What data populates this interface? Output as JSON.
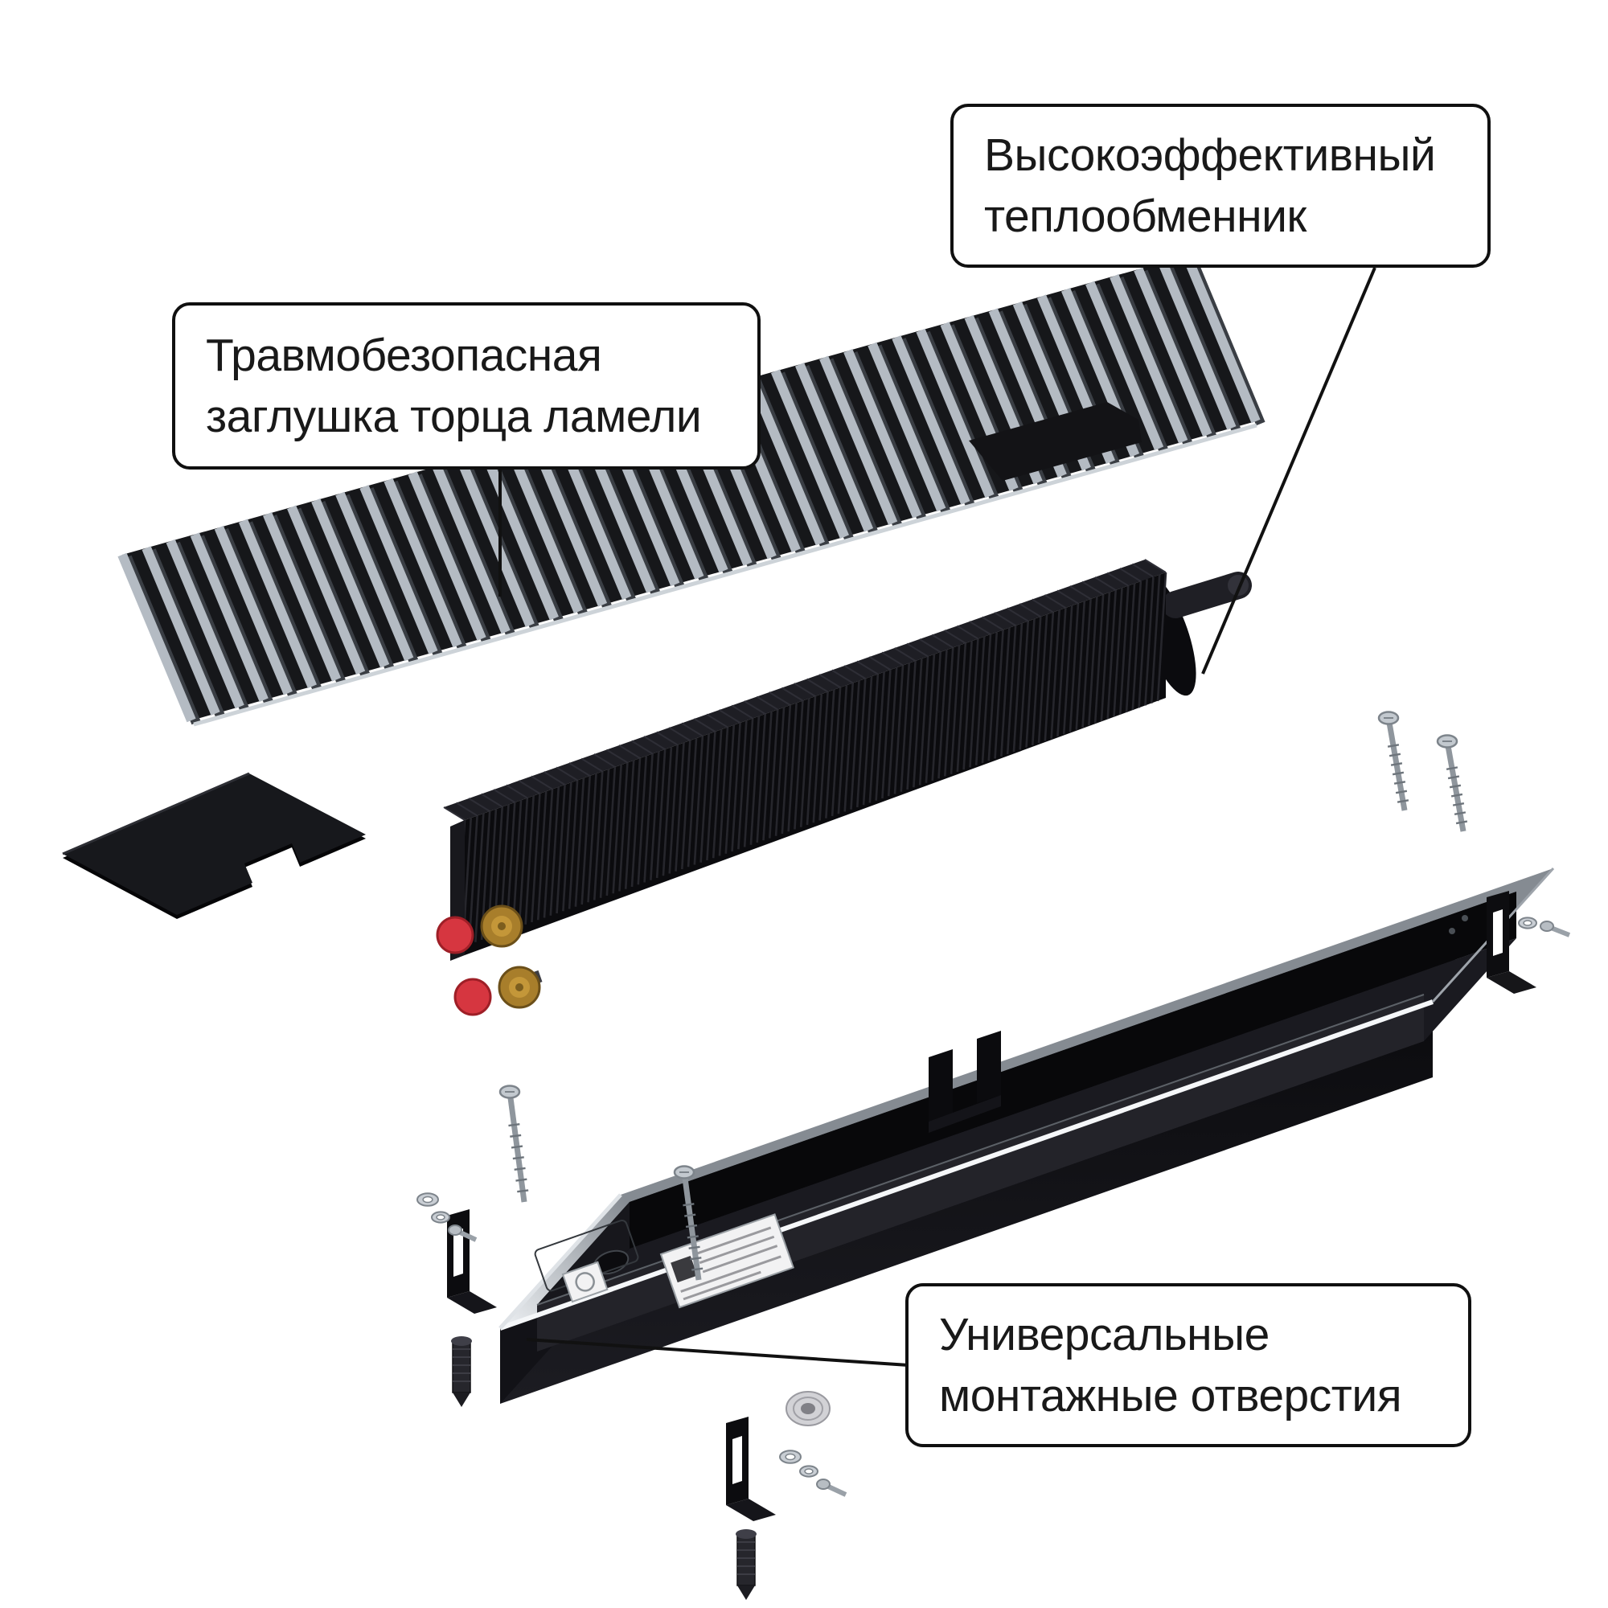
{
  "callouts": {
    "heat_exchanger": {
      "line1": "Высокоэффективный",
      "line2": "теплообменник"
    },
    "lamella_cap": {
      "line1": "Травмобезопасная",
      "line2": "заглушка торца ламели"
    },
    "mounting_holes": {
      "line1": "Универсальные",
      "line2": "монтажные отверстия"
    }
  },
  "colors": {
    "background": "#ffffff",
    "line": "#111111",
    "text": "#191919",
    "callout_border": "#101010",
    "grille_silver": "#b4bbc3",
    "part_black": "#0d0d10",
    "rim_silver": "#d3d8dd",
    "brass": "#b5892f",
    "valve_cap_red": "#d63640"
  }
}
